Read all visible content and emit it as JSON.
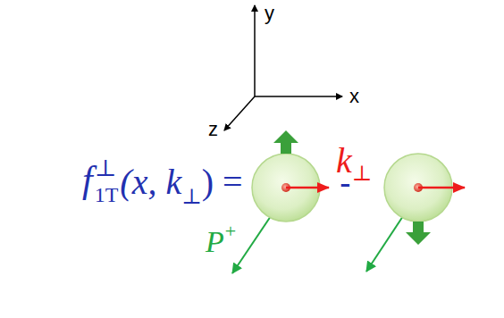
{
  "diagram": {
    "labels": [
      "y",
      "x",
      "z",
      "f",
      "⊥",
      "1T",
      "(x, k",
      "⊥",
      ") =",
      "k",
      "⊥",
      "-",
      "P",
      "+"
    ]
  }
}
